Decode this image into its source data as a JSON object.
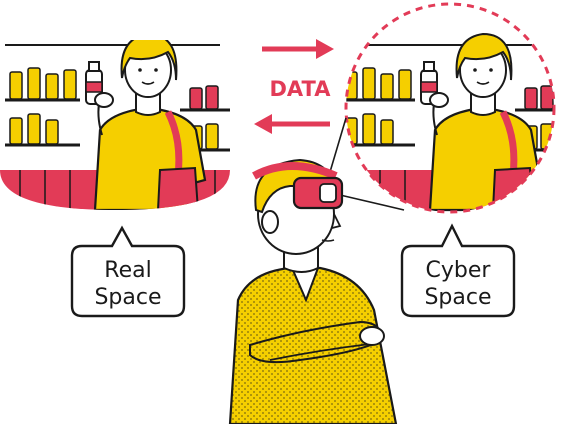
{
  "arrow_label": "DATA",
  "real_space": {
    "line1": "Real",
    "line2": "Space"
  },
  "cyber_space": {
    "line1": "Cyber",
    "line2": "Space"
  },
  "colors": {
    "accent_red": "#e23b57",
    "yellow": "#f5cf00",
    "ink": "#1a1a1a"
  },
  "icons": [
    "arrow-right-icon",
    "arrow-left-icon",
    "vr-headset-icon"
  ]
}
